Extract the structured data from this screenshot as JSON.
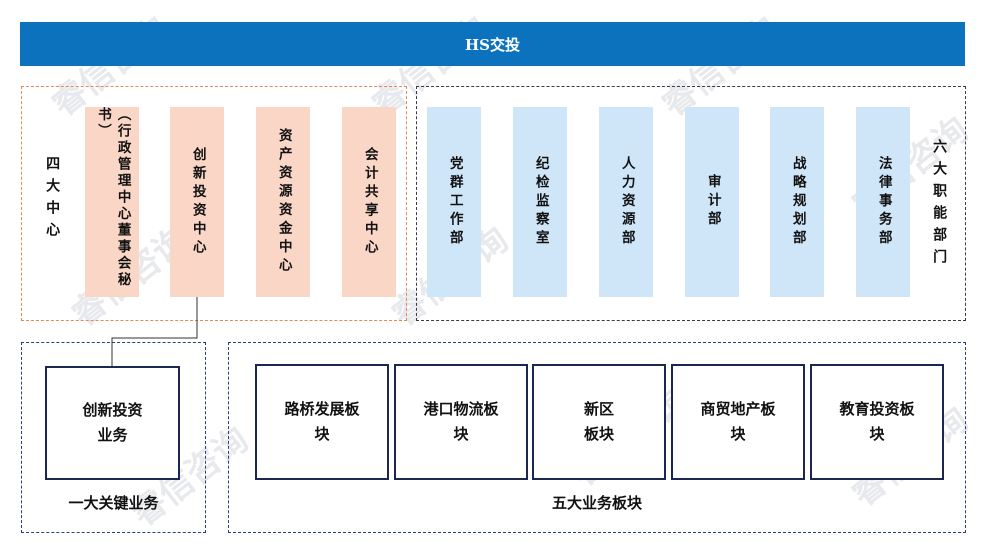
{
  "title": "HS交投",
  "four_centers": {
    "label": "四大中心",
    "items": [
      "（行政管理中心董事会秘书）",
      "创新投资中心",
      "资产资源资金中心",
      "会计共享中心"
    ]
  },
  "six_departments": {
    "label": "六大职能部门",
    "items": [
      "党群工作部",
      "纪检监察室",
      "人力资源部",
      "审计部",
      "战略规划部",
      "法律事务部"
    ]
  },
  "key_business": {
    "caption": "一大关键业务",
    "box": "创新投资业务"
  },
  "five_segments": {
    "caption": "五大业务板块",
    "items": [
      "路桥发展板块",
      "港口物流板块",
      "新区板块",
      "商贸地产板块",
      "教育投资板块"
    ]
  },
  "watermark": "睿信咨询",
  "colors": {
    "title_bar": "#0d72be",
    "center_fill": "#f9d6c6",
    "dept_fill": "#cfe6f8",
    "box_border": "#1b2750"
  }
}
